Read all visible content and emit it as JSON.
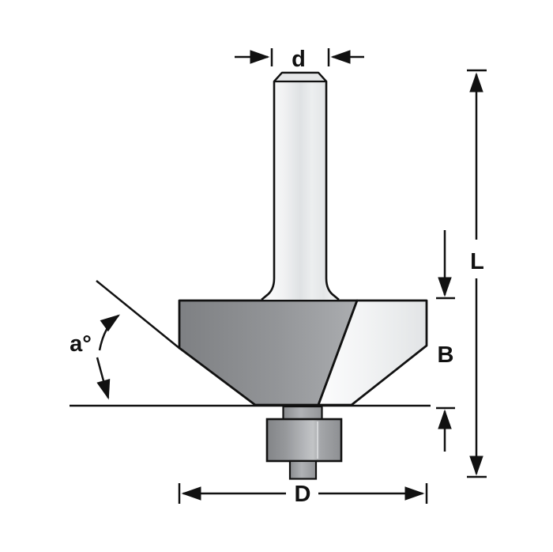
{
  "diagram": {
    "kind": "router-bit-dimension-drawing",
    "labels": {
      "shank_diameter": "d",
      "overall_length": "L",
      "cutter_edge_height": "B",
      "cutter_diameter": "D",
      "bevel_angle": "a°"
    },
    "colors": {
      "line": "#111111",
      "background": "#ffffff",
      "body_dark": "#939598",
      "flute_light": "#f3f4f5",
      "shank_light": "#eceef0",
      "bearing_gray": "#a7a9ac"
    }
  }
}
